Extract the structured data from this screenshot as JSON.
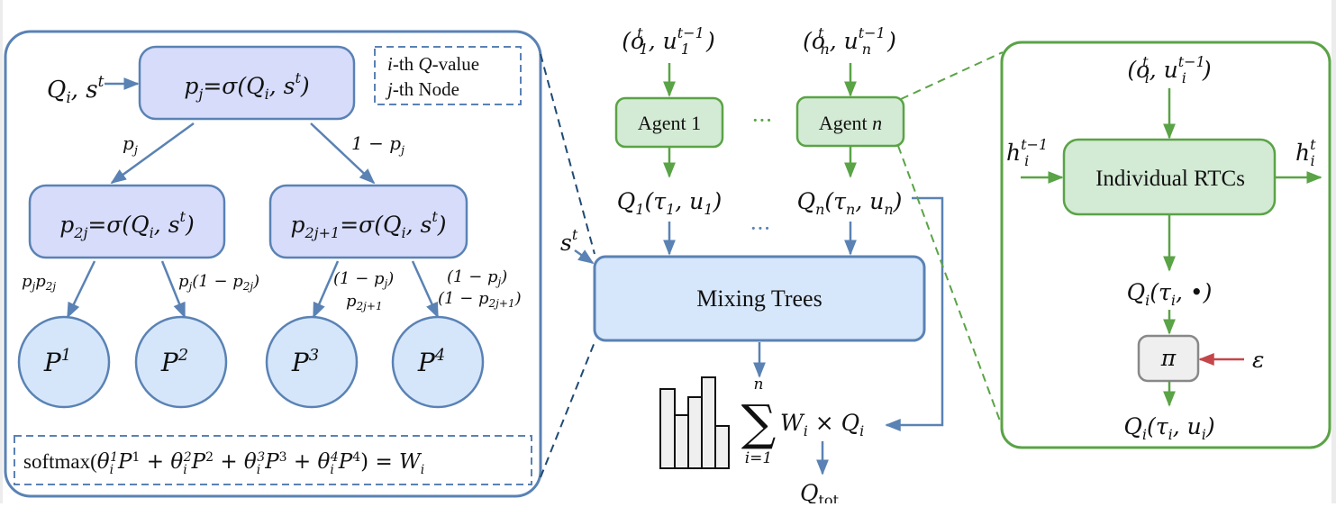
{
  "colors": {
    "tree_stroke": "#5a82b4",
    "tree_node_fill": "#d7dcfb",
    "leaf_fill": "#d5e6fb",
    "agent_stroke": "#5aa346",
    "agent_fill": "#d3ead4",
    "mixing_fill": "#d6e6fb",
    "pi_fill": "#efefef",
    "pi_stroke": "#888888",
    "epsilon_arrow": "#c4464b",
    "dash_blue": "#1f4a73",
    "dash_green": "#5aa346"
  },
  "left_panel": {
    "input_label": "Q_i, s^t",
    "legend": {
      "line1": "i-th Q-value",
      "line2": "j-th Node"
    },
    "root_node": "p_j = σ(Q_i, s^t)",
    "left_node": "p_2j = σ(Q_i, s^t)",
    "right_node": "p_2j+1 = σ(Q_i, s^t)",
    "edge_root_left": "p_j",
    "edge_root_right": "1 − p_j",
    "edge_leaf1": "p_j p_2j",
    "edge_leaf2": "p_j(1 − p_2j)",
    "edge_leaf3_line1": "(1 − p_j)",
    "edge_leaf3_line2": "p_2j+1",
    "edge_leaf4_line1": "(1 − p_j)",
    "edge_leaf4_line2": "(1 − p_2j+1)",
    "leaves": [
      "P^1",
      "P^2",
      "P^3",
      "P^4"
    ],
    "formula": "softmax(θ_i^1 P^1 + θ_i^2 P^2 + θ_i^3 P^3 + θ_i^4 P^4) = W_i"
  },
  "middle_panel": {
    "agent1_input": "(o_1^t, u_1^{t−1})",
    "agentn_input": "(o_n^t, u_n^{t−1})",
    "agent1_label": "Agent 1",
    "agentn_label": "Agent n",
    "ellipsis": "···",
    "agent1_output": "Q_1(τ_1, u_1)",
    "agentn_output": "Q_n(τ_n, u_n)",
    "state_label": "s^t",
    "mixing_label": "Mixing Trees",
    "sum_formula": "Σ_{i=1}^{n} W_i × Q_i",
    "output_label": "Q_tot"
  },
  "right_panel": {
    "input_label": "(o_i^t, u_i^{t−1})",
    "hidden_in": "h_i^{t−1}",
    "hidden_out": "h_i^t",
    "rtc_label": "Individual RTCs",
    "q_all": "Q_i(τ_i, •)",
    "policy_label": "π",
    "epsilon_label": "ε",
    "q_selected": "Q_i(τ_i, u_i)"
  }
}
